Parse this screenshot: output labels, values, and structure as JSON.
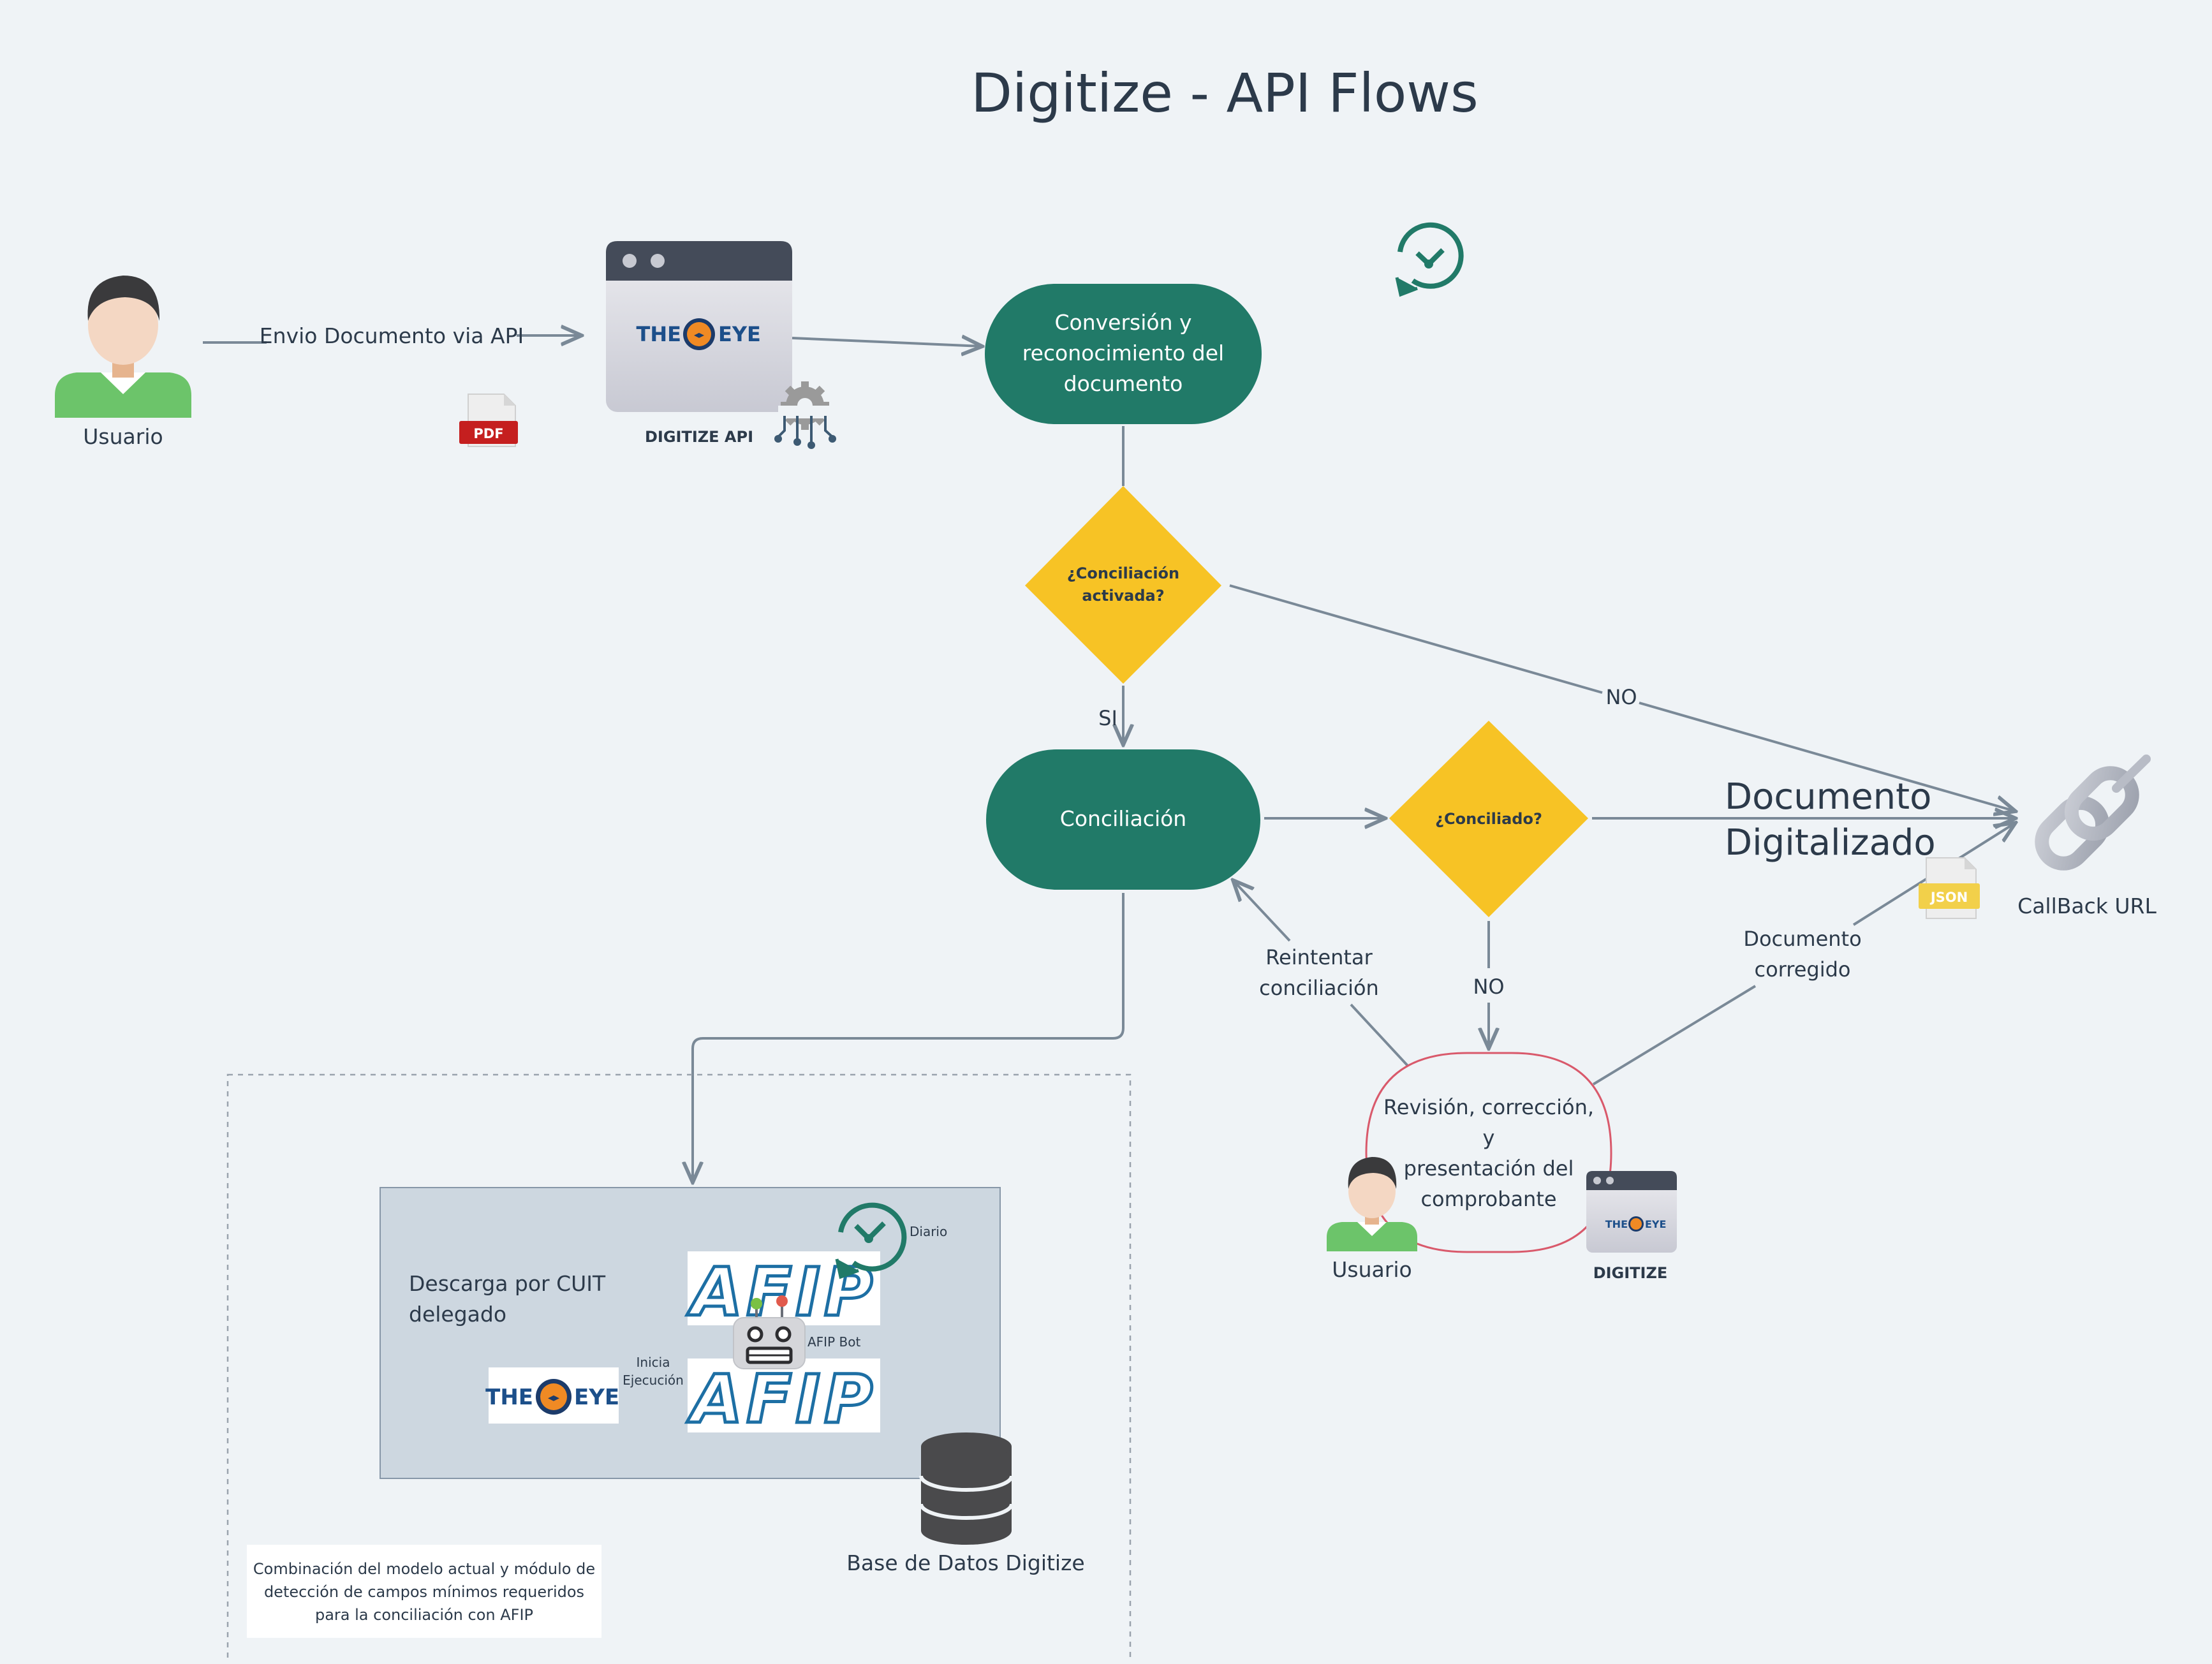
{
  "title": "Digitize - API Flows",
  "colors": {
    "background": "#eff3f6",
    "process": "#217a68",
    "decision": "#f7c325",
    "arrow": "#7a8997",
    "review_border": "#d9596b",
    "text_dark": "#2c3a4a"
  },
  "nodes": {
    "user_top": {
      "label": "Usuario"
    },
    "send_doc": {
      "label": "Envio Documento via API"
    },
    "pdf_icon": {
      "label": "PDF"
    },
    "digitize_api": {
      "label": "DIGITIZE API",
      "logo_left": "THE",
      "logo_right": "EYE"
    },
    "conversion": {
      "lines": [
        "Conversión y",
        "reconocimiento del",
        "documento"
      ]
    },
    "conciliacion_activada": {
      "lines": [
        "¿Conciliación",
        "activada?"
      ]
    },
    "si_label": "SI",
    "no_label_top": "NO",
    "conciliacion": {
      "label": "Conciliación"
    },
    "conciliado": {
      "label": "¿Conciliado?"
    },
    "no_label_bottom": "NO",
    "documento_digitalizado": {
      "lines": [
        "Documento",
        "Digitalizado"
      ]
    },
    "json_icon": {
      "label": "JSON"
    },
    "callback": {
      "label": "CallBack URL"
    },
    "documento_corregido": {
      "lines": [
        "Documento",
        "corregido"
      ]
    },
    "reintentar": {
      "lines": [
        "Reintentar",
        "conciliación"
      ]
    },
    "revision": {
      "lines": [
        "Revisión, corrección,",
        "y",
        "presentación del",
        "comprobante"
      ]
    },
    "user_review": {
      "label": "Usuario"
    },
    "digitize_app": {
      "label": "DIGITIZE",
      "logo_left": "THE",
      "logo_right": "EYE"
    }
  },
  "afip_box": {
    "title_lines": [
      "Descarga por CUIT",
      "delegado"
    ],
    "schedule_label": "Diario",
    "bot_label": "AFIP Bot",
    "inicia_lines": [
      "Inicia",
      "Ejecución"
    ],
    "afip_logo": "AFIP",
    "logo_left": "THE",
    "logo_right": "EYE"
  },
  "database": {
    "label": "Base de Datos Digitize"
  },
  "note": {
    "lines": [
      "Combinación del modelo actual y módulo de",
      "detección de campos mínimos requeridos",
      "para la conciliación con AFIP"
    ]
  }
}
